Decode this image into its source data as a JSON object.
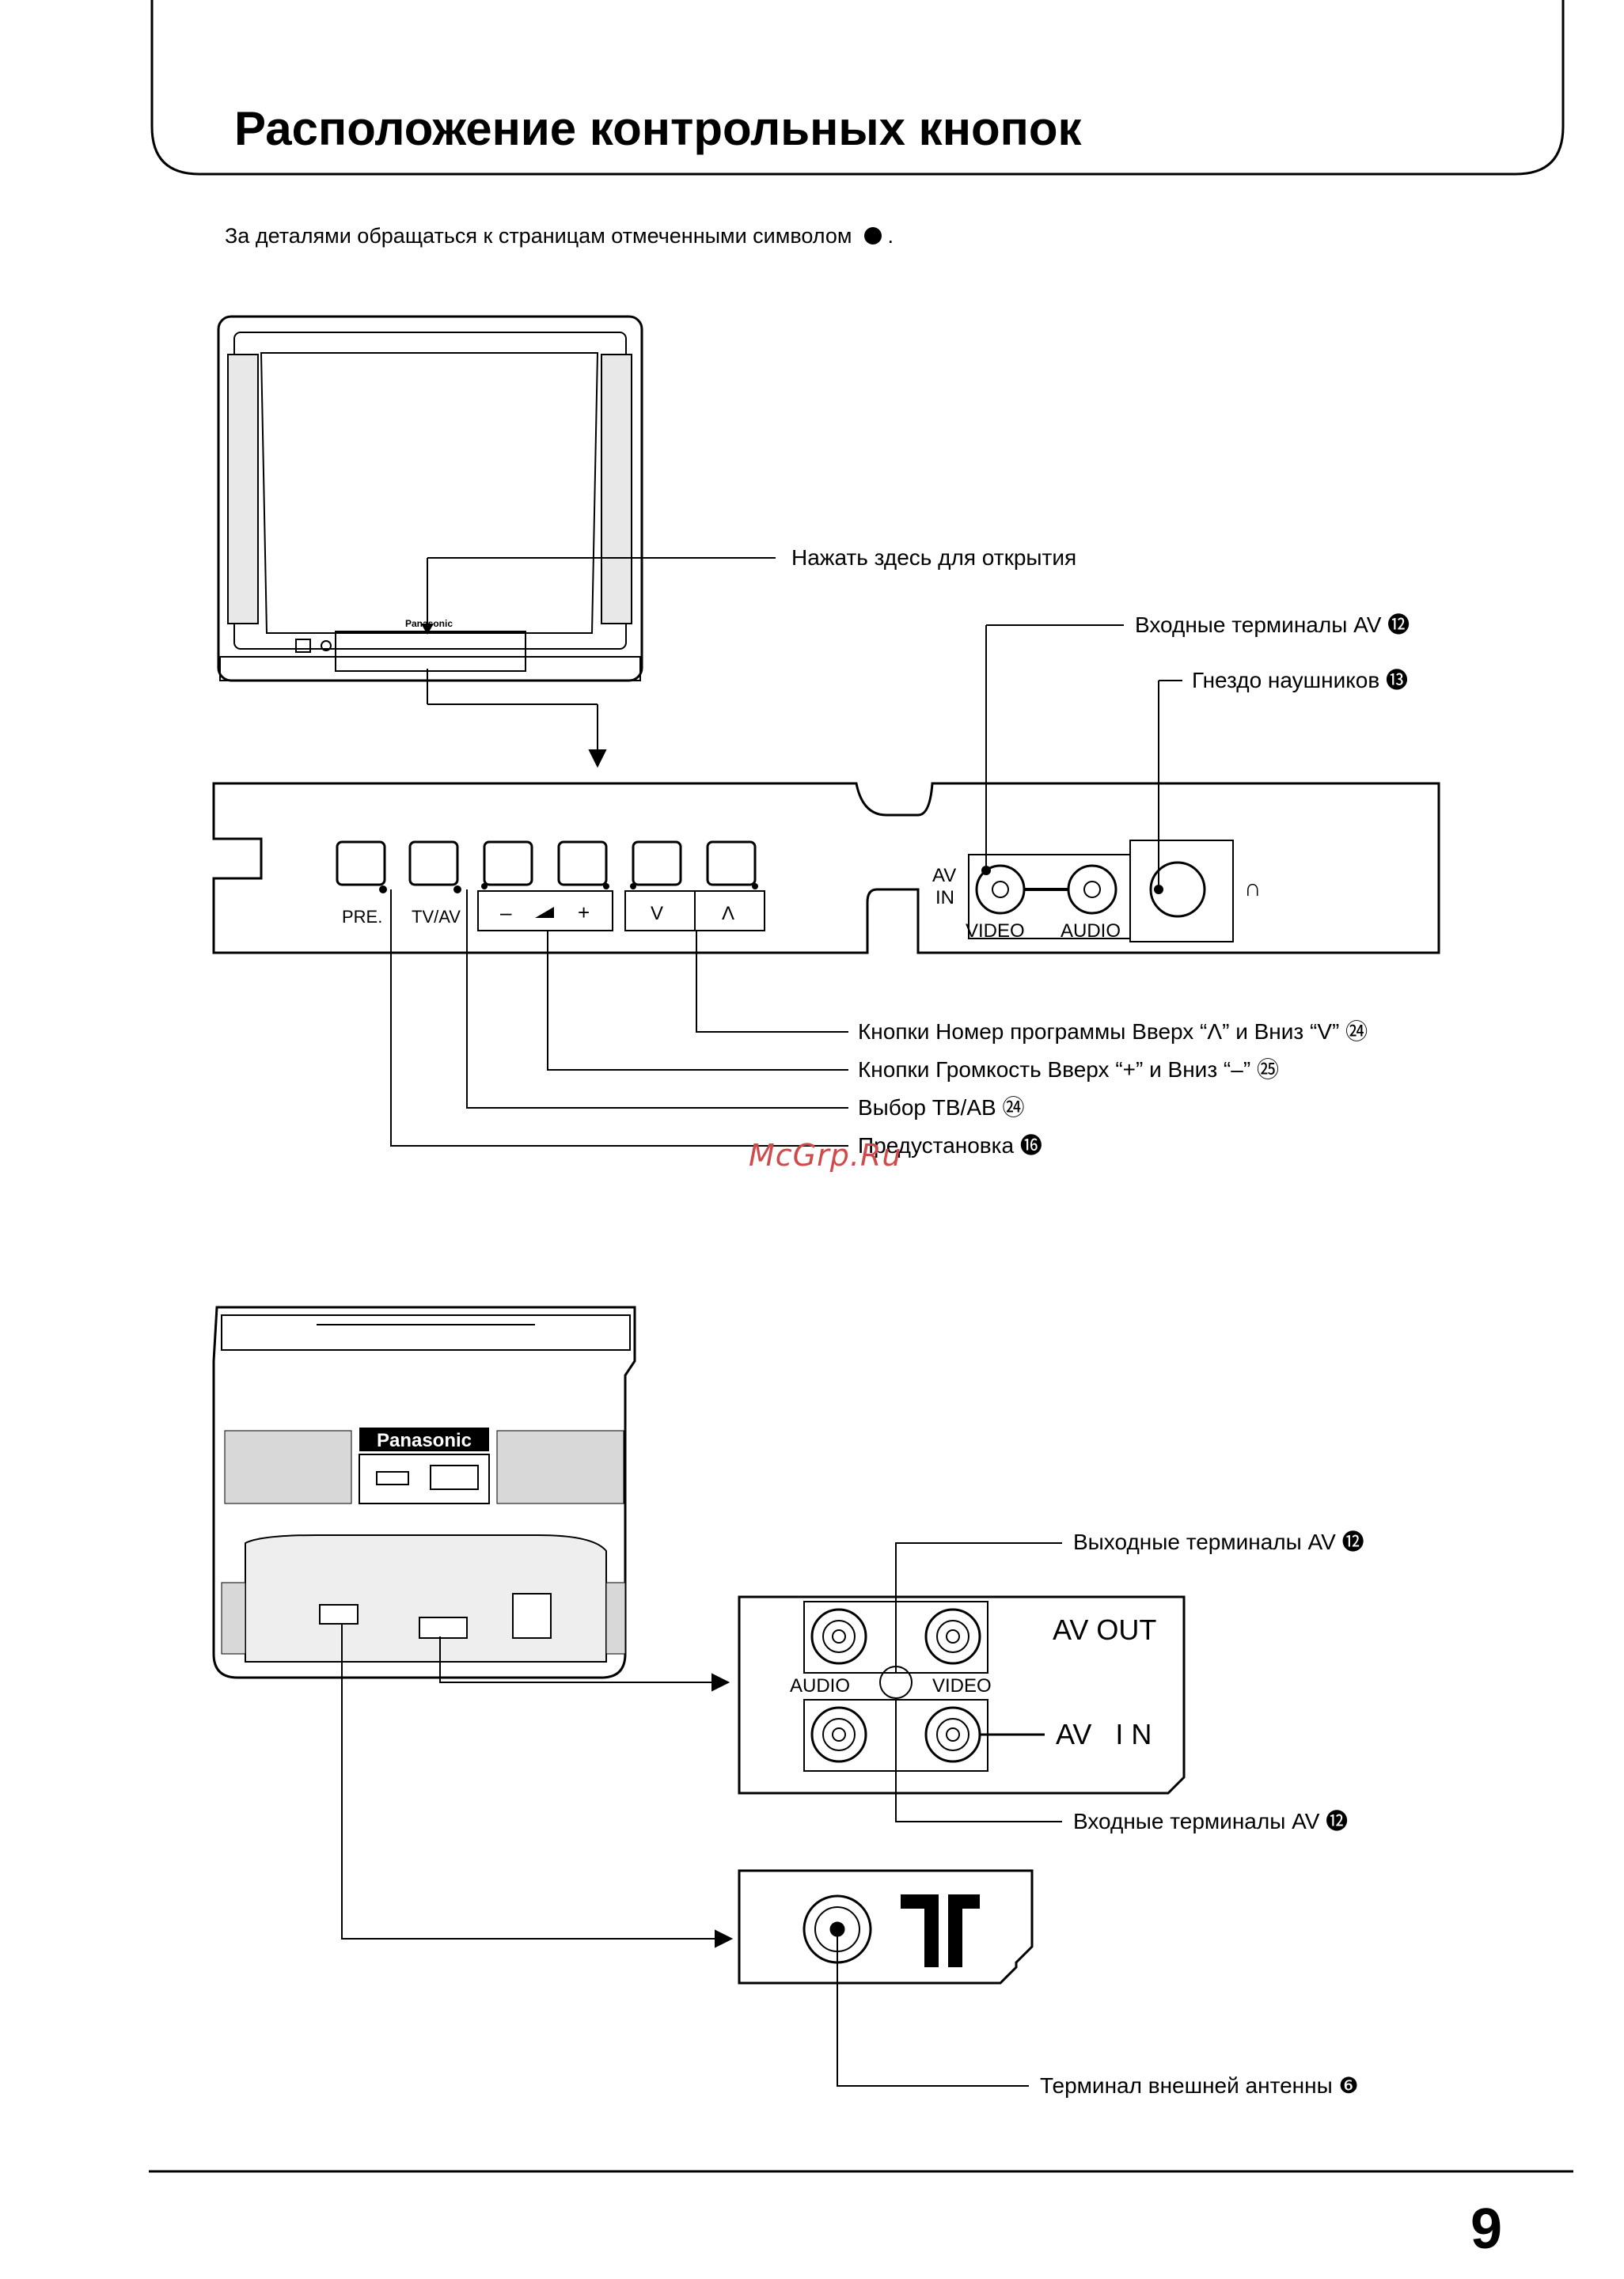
{
  "page": {
    "title": "Расположение контрольных кнопок",
    "subtitle": "За деталями обращаться к страницам отмеченными символом",
    "page_number": "9",
    "watermark": "McGrp.Ru"
  },
  "front": {
    "brand_small": "Panasonic",
    "callout_open": "Нажать здесь для открытия",
    "callout_av_in": "Входные терминалы AV",
    "callout_av_in_ref": "⓬",
    "callout_headphones": "Гнездо наушников",
    "callout_headphones_ref": "⓭",
    "btn_pre": "PRE.",
    "btn_tvav": "TV/AV",
    "btn_minus": "–",
    "btn_plus": "+",
    "btn_down": "V",
    "btn_up": "Λ",
    "av_in_a": "AV",
    "av_in_b": "IN",
    "jack_video": "VIDEO",
    "jack_audio": "AUDIO",
    "headphone_symbol": "∩",
    "callout_program": "Кнопки Номер программы Вверх “Λ” и Вниз “V”",
    "callout_program_ref": "㉔",
    "callout_volume": "Кнопки Громкость Вверх “+” и Вниз “–”",
    "callout_volume_ref": "㉕",
    "callout_tvav": "Выбор ТВ/АВ",
    "callout_tvav_ref": "㉔",
    "callout_preset": "Предустановка",
    "callout_preset_ref": "⓰"
  },
  "rear": {
    "brand": "Panasonic",
    "av_out": "AV OUT",
    "audio": "AUDIO",
    "video": "VIDEO",
    "av_in": "AV   I N",
    "callout_av_out": "Выходные терминалы AV",
    "callout_av_out_ref": "⓬",
    "callout_av_in": "Входные терминалы AV",
    "callout_av_in_ref": "⓬",
    "callout_antenna": "Терминал внешней антенны",
    "callout_antenna_ref": "❻"
  }
}
